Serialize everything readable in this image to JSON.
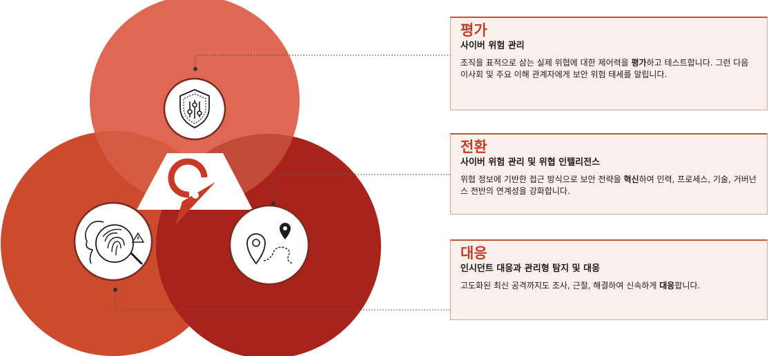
{
  "cards": [
    {
      "title": "평가",
      "subtitle": "사이버 위험 관리",
      "body_pre": "조직을 표적으로 삼는 실제 위협에 대한 제어력을 ",
      "body_bold": "평가",
      "body_post": "하고 테스트합니다. 그런 다음 이사회 및 주요 이해 관계자에게 보안 위험 태세를 알립니다."
    },
    {
      "title": "전환",
      "subtitle": "사이버 위험 관리 및 위협 인텔리전스",
      "body_pre": "위협 정보에 기반한 접근 방식으로 보안 전략을 ",
      "body_bold": "혁신",
      "body_post": "하여 인력, 프로세스, 기술, 거버넌스 전반의 연계성을 강화합니다."
    },
    {
      "title": "대응",
      "subtitle": "인시던트 대응과 관리형 탐지 및 대응",
      "body_pre": "고도화된 최신 공격까지도 조사, 근절, 해결하여 신속하게 ",
      "body_bold": "대응",
      "body_post": "합니다."
    }
  ],
  "icons": [
    "shield-sliders-icon",
    "fingerprint-warning-icon",
    "location-route-icon",
    "brand-logo-icon"
  ],
  "colors": {
    "top_circle": "#df6753",
    "left_circle": "#cc4a2e",
    "right_circle": "#a9231d",
    "triangle": "#ffffff",
    "accent": "#c63b28",
    "card_bg": "#fbf1ec"
  }
}
